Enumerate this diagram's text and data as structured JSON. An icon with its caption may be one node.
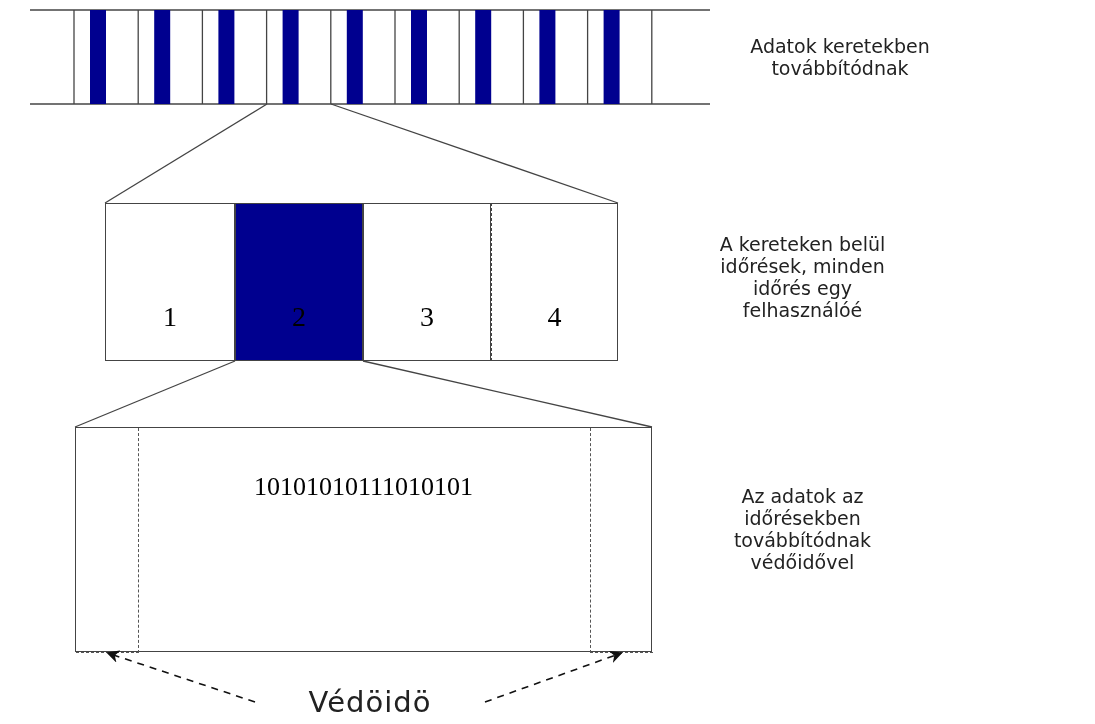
{
  "diagram": {
    "nodes": [
      {
        "text": [
          "1"
        ]
      },
      {
        "text": [
          "2"
        ]
      },
      {
        "text": [
          "3"
        ]
      },
      {
        "text": [
          "4"
        ]
      },
      {
        "text": [
          "10101010111010101"
        ]
      },
      {
        "text": [],
        "shape": "box",
        "in": 4
      },
      {
        "text": [],
        "shape": "box",
        "in": 4
      },
      {
        "text": [
          "Védöidö"
        ]
      }
    ],
    "edges": [
      {
        "from": 7,
        "to": 5,
        "arrow": "to",
        "style": "dashed"
      },
      {
        "from": 7,
        "to": 6,
        "arrow": "to",
        "style": "dashed"
      }
    ],
    "labels": [
      "Adatok keretekben továbbítódnak",
      "A kereteken belül időrések, minden időrés egy felhasználóé",
      "Az adatok az időrésekben továbbítódnak védőidővel"
    ]
  }
}
